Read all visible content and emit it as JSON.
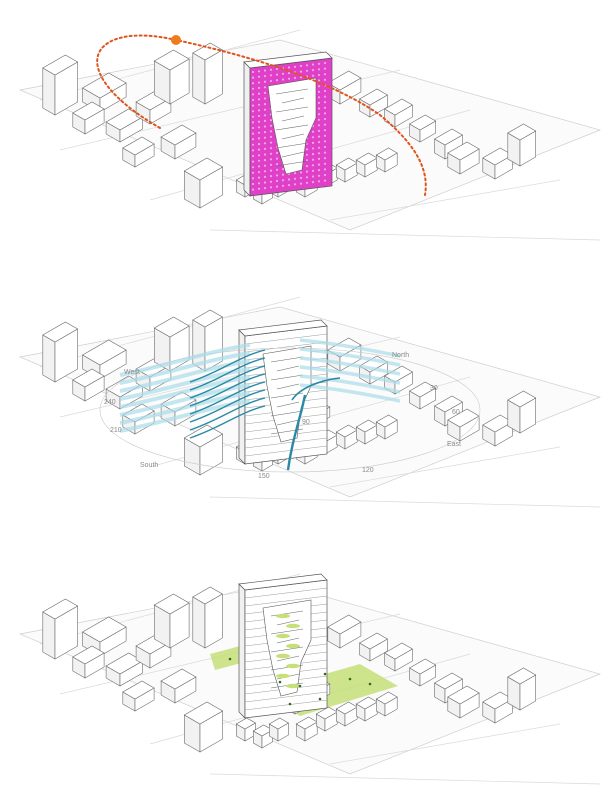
{
  "panel_sun": {
    "colors": {
      "facade": "#e040c8",
      "sun": "#f07a1e",
      "path": "#e0541c"
    }
  },
  "panel_wind": {
    "labels": {
      "north": "North",
      "west": "West",
      "south": "South",
      "east": "East",
      "deg_30": "30",
      "deg_60": "60",
      "deg_90": "90",
      "deg_120": "120",
      "deg_150": "150",
      "deg_210": "210",
      "deg_240": "240"
    },
    "colors": {
      "wind_light": "#a9dbe8",
      "wind_dark": "#2a8aa6"
    }
  },
  "panel_green": {
    "colors": {
      "green": "#c6df78",
      "dots": "#2f6b1f"
    }
  }
}
